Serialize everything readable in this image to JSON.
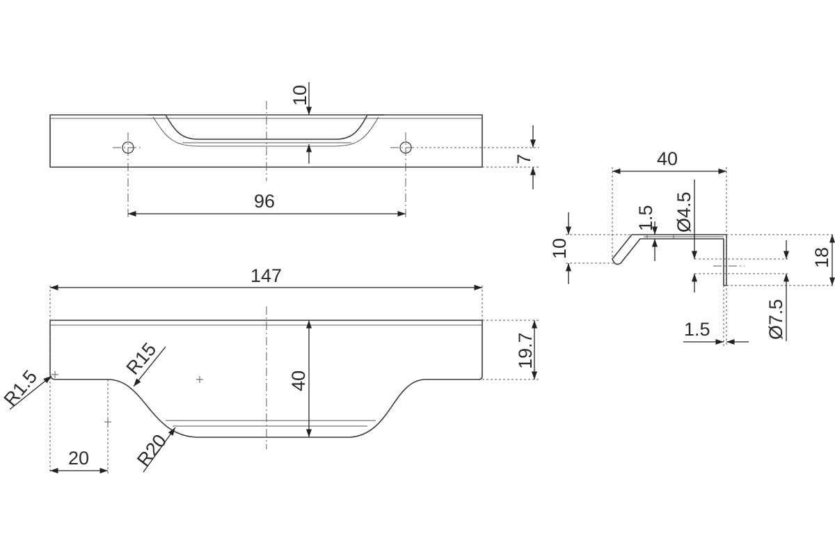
{
  "dimensions": {
    "top_depth": "10",
    "top_offset": "7",
    "hole_spacing": "96",
    "total_length": "147",
    "height": "40",
    "edge_height": "19.7",
    "radius_small": "R1.5",
    "radius_15": "R15",
    "radius_20": "R20",
    "edge_offset": "20",
    "side_width": "40",
    "side_lip": "10",
    "side_thickness": "1.5",
    "side_hole_small": "Ø4.5",
    "side_height": "18",
    "side_hole_large": "Ø7.5",
    "side_wall": "1.5"
  }
}
